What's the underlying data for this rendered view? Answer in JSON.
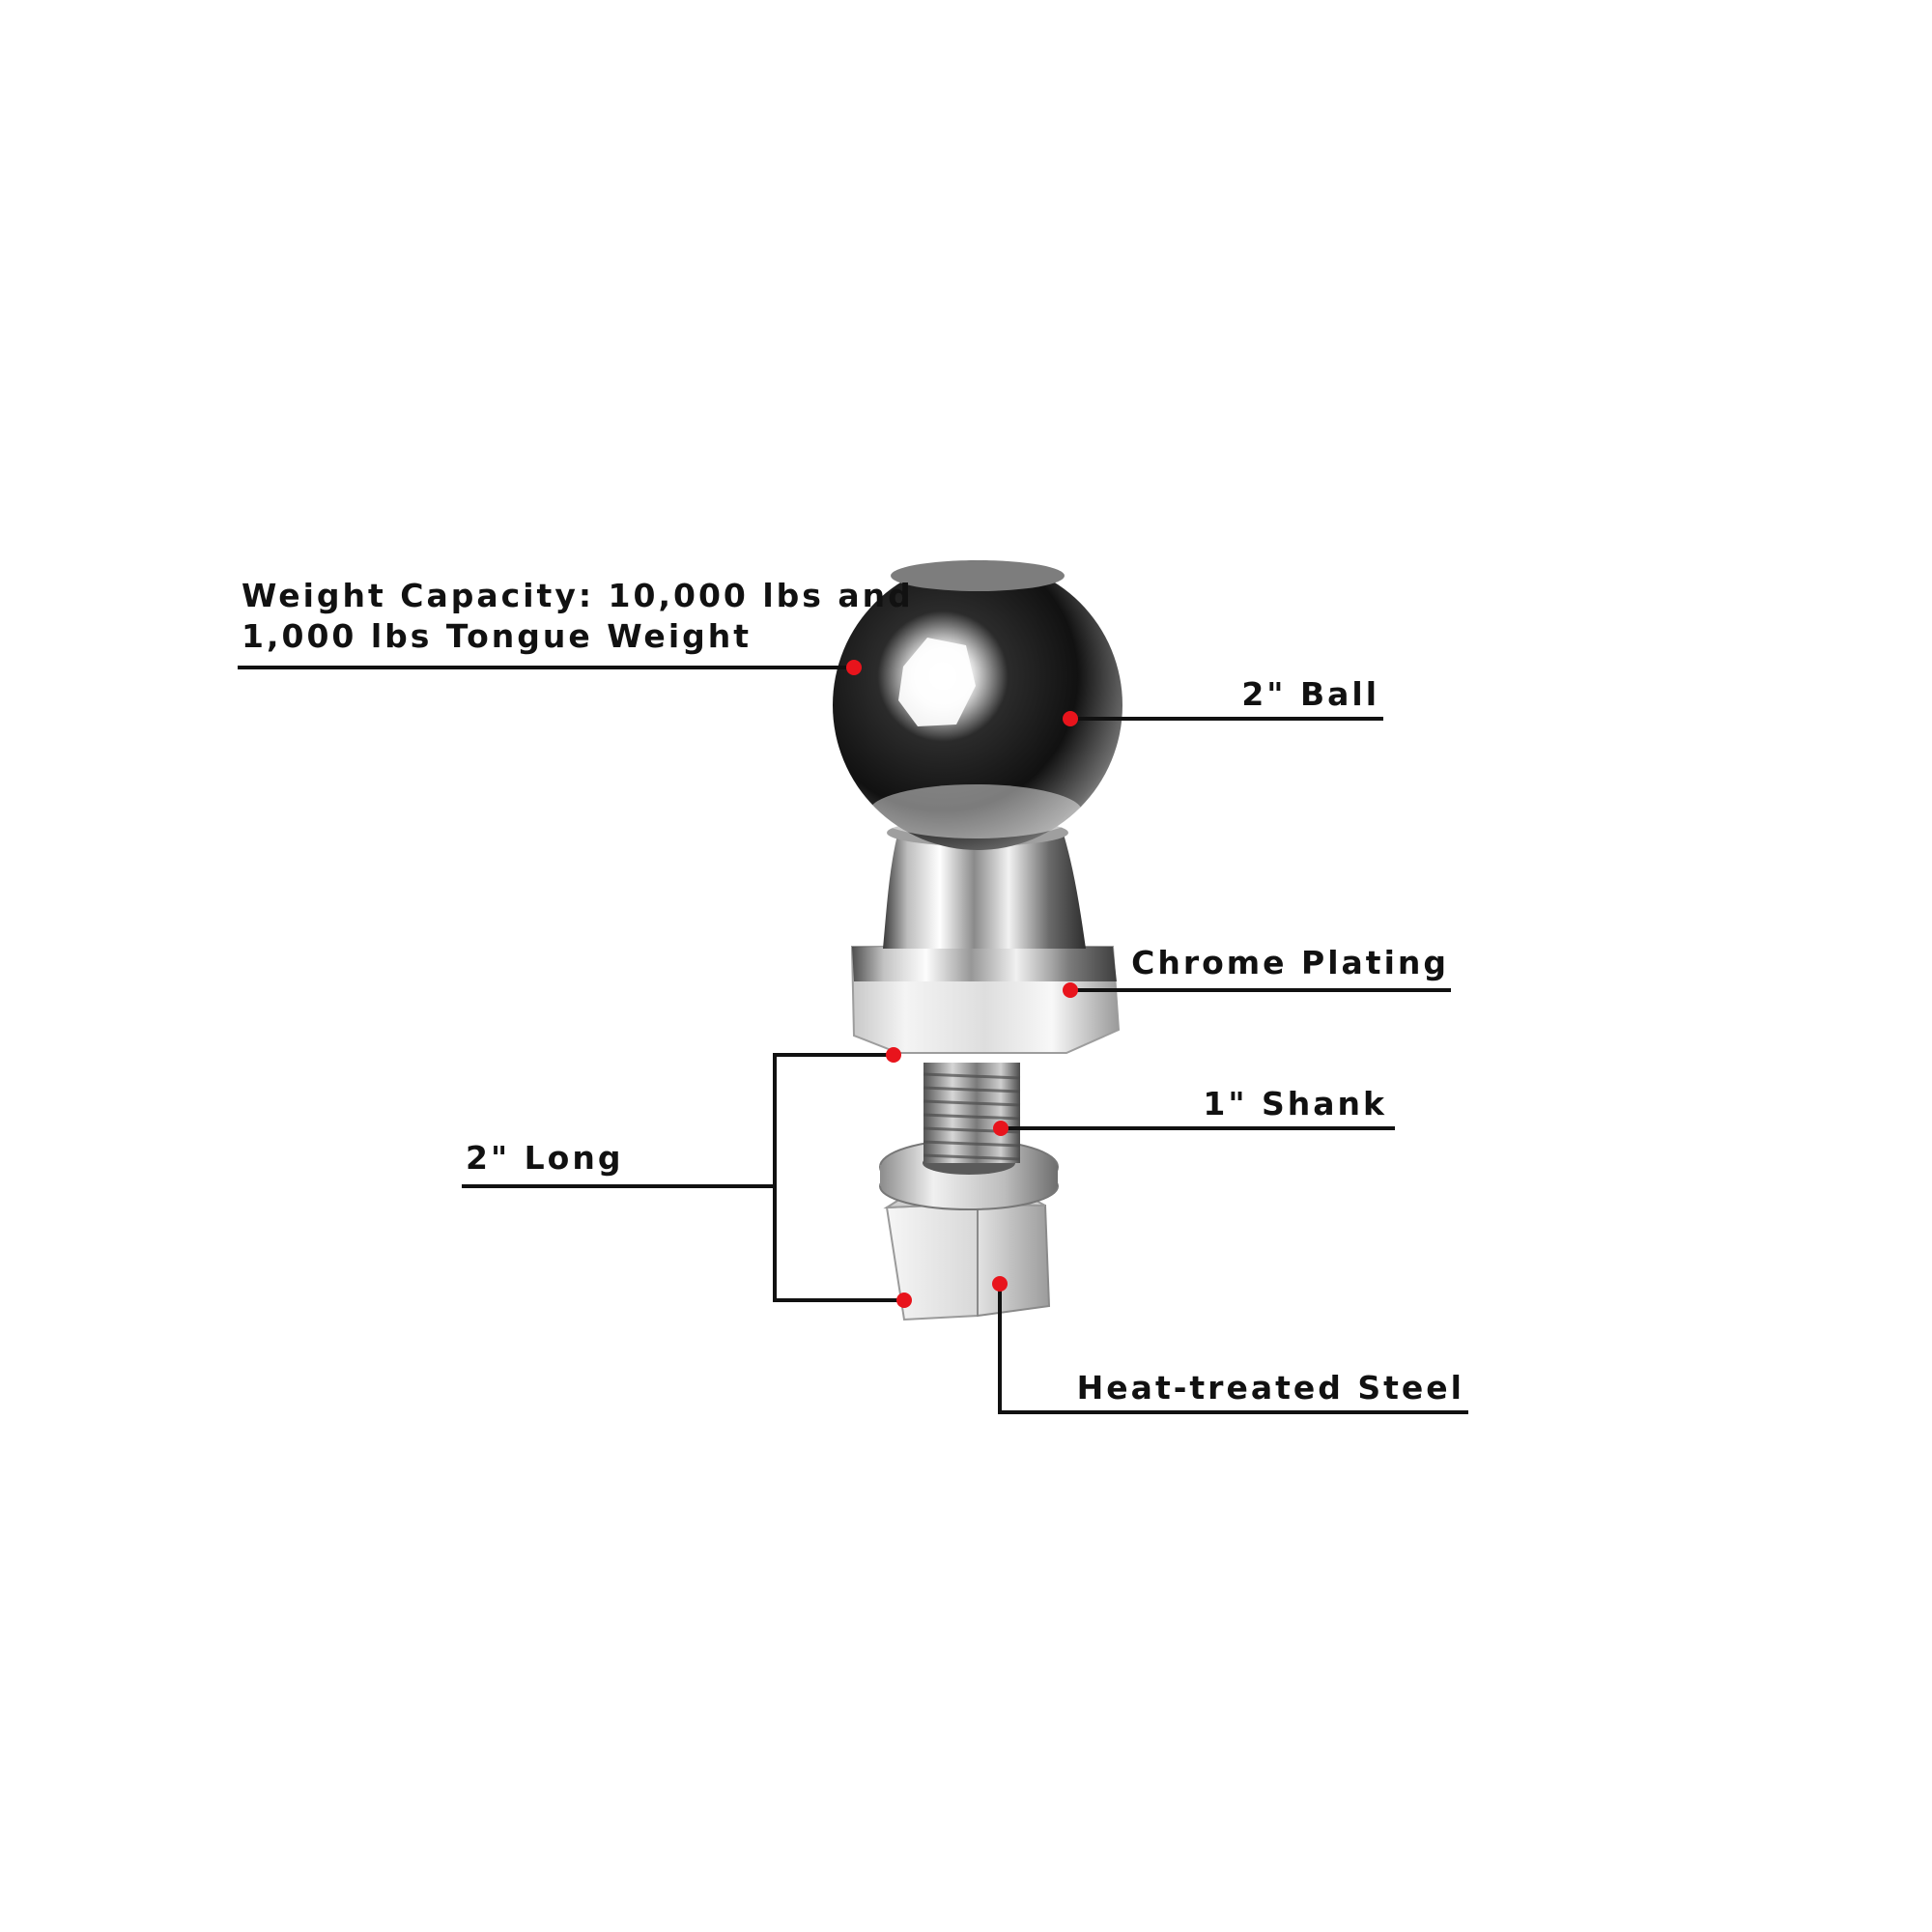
{
  "callouts": {
    "weight_capacity": {
      "line1": "Weight Capacity: 10,000 lbs and",
      "line2": "1,000 lbs Tongue Weight"
    },
    "ball": "2\" Ball",
    "chrome": "Chrome Plating",
    "shank": "1\" Shank",
    "long": "2\" Long",
    "steel": "Heat-treated Steel"
  },
  "colors": {
    "leader_line": "#111111",
    "dot": "#e8141c",
    "background": "#ffffff"
  }
}
